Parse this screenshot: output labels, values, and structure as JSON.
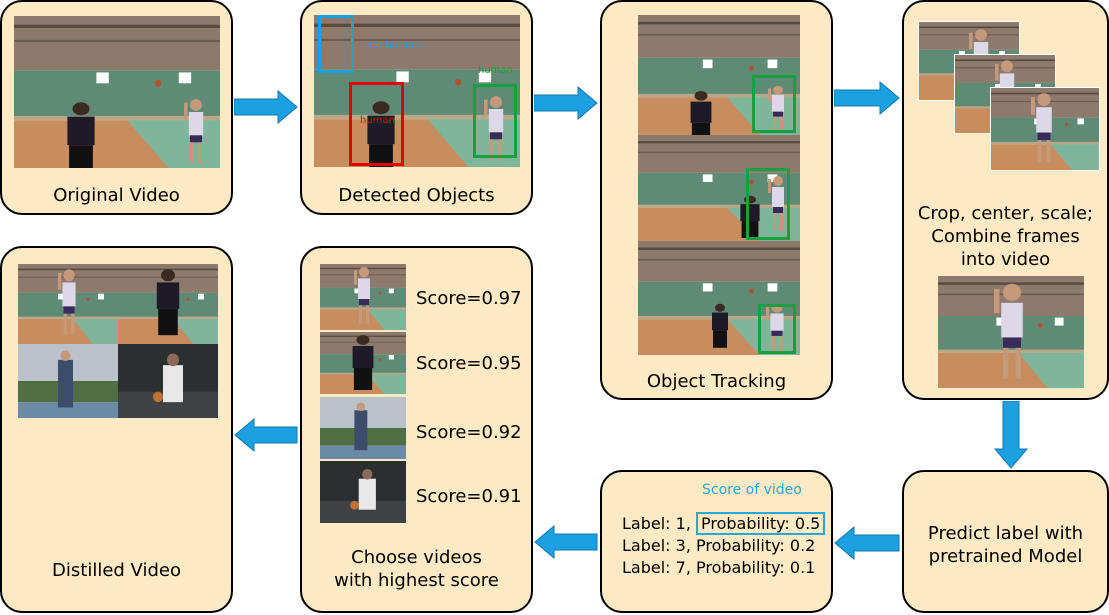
{
  "steps": {
    "original": "Original Video",
    "detected": "Detected Objects",
    "tracking": "Object Tracking",
    "crop_line1": "Crop, center, scale;",
    "crop_line2": "Combine frames",
    "crop_line3": "into video",
    "predict_line1": "Predict label with",
    "predict_line2": "pretrained Model",
    "choose_line1": "Choose videos",
    "choose_line2": "with highest score",
    "distilled": "Distilled Video"
  },
  "detections": {
    "not_human": "not human",
    "human_red": "human",
    "human_green": "human"
  },
  "prediction": {
    "score_caption": "Score of video",
    "rows": [
      {
        "label": "Label: 1,",
        "prob": "Probability: 0.5"
      },
      {
        "label": "Label: 3,",
        "prob": "Probability: 0.2"
      },
      {
        "label": "Label: 7,",
        "prob": "Probability: 0.1"
      }
    ]
  },
  "scores": [
    "Score=0.97",
    "Score=0.95",
    "Score=0.92",
    "Score=0.91"
  ],
  "colors": {
    "box_fill": "#fde9c4",
    "arrow": "#1ba1e2",
    "detect_blue": "#1ba1e2",
    "detect_red": "#e00000",
    "detect_green": "#18a040",
    "highlight": "#2aa7d8"
  }
}
